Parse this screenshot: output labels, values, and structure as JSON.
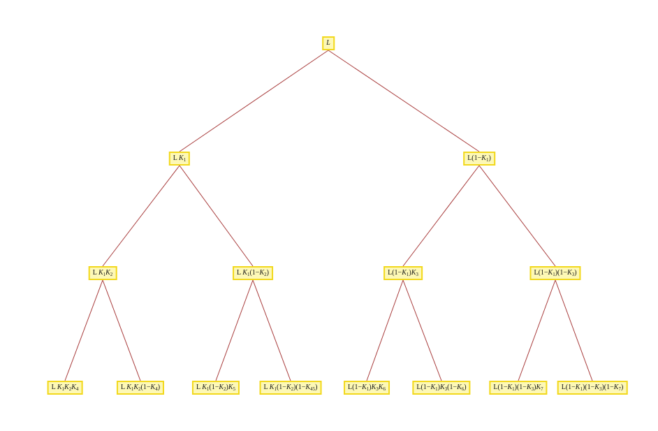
{
  "diagram": {
    "edge_color": "#a83c3c",
    "node_fill": "#fdf8b6",
    "node_border": "#f2d81c",
    "nodes": [
      {
        "id": "n0",
        "html": "<i>L</i>"
      },
      {
        "id": "n1",
        "html": "L <i>K</i><sub>1</sub>"
      },
      {
        "id": "n2",
        "html": "L(1&minus;<i>K</i><sub>1</sub>)"
      },
      {
        "id": "n3",
        "html": "L <i>K</i><sub>1</sub><i>K</i><sub>2</sub>"
      },
      {
        "id": "n4",
        "html": "L <i>K</i><sub>1</sub>(1&minus;<i>K</i><sub>2</sub>)"
      },
      {
        "id": "n5",
        "html": "L(1&minus;<i>K</i><sub>1</sub>)<i>K</i><sub>3</sub>"
      },
      {
        "id": "n6",
        "html": "L(1&minus;<i>K</i><sub>1</sub>)(1&minus;<i>K</i><sub>3</sub>)"
      },
      {
        "id": "n7",
        "html": "L <i>K</i><sub>1</sub><i>K</i><sub>2</sub><i>K</i><sub>4</sub>"
      },
      {
        "id": "n8",
        "html": "L <i>K</i><sub>1</sub><i>K</i><sub>2</sub>(1&minus;<i>K</i><sub>4</sub>)"
      },
      {
        "id": "n9",
        "html": "L <i>K</i><sub>1</sub>(1&minus;<i>K</i><sub>2</sub>)<i>K</i><sub>5</sub>"
      },
      {
        "id": "n10",
        "html": "L <i>K</i><sub>1</sub>(1&minus;<i>K</i><sub>2</sub>)(1&minus;<i>K</i><sub>45</sub>)"
      },
      {
        "id": "n11",
        "html": "L(1&minus;<i>K</i><sub>1</sub>)<i>K</i><sub>3</sub><i>K</i><sub>6</sub>"
      },
      {
        "id": "n12",
        "html": "L(1&minus;<i>K</i><sub>1</sub>)<i>K</i><sub>3</sub>(1&minus;<i>K</i><sub>6</sub>)"
      },
      {
        "id": "n13",
        "html": "L(1&minus;<i>K</i><sub>1</sub>)(1&minus;<i>K</i><sub>3</sub>)<i>K</i><sub>7</sub>"
      },
      {
        "id": "n14",
        "html": "L(1&minus;<i>K</i><sub>1</sub>)(1&minus;<i>K</i><sub>3</sub>)(1&minus;<i>K</i><sub>7</sub>)"
      }
    ],
    "edges": [
      [
        "n0",
        "n1"
      ],
      [
        "n0",
        "n2"
      ],
      [
        "n1",
        "n3"
      ],
      [
        "n1",
        "n4"
      ],
      [
        "n2",
        "n5"
      ],
      [
        "n2",
        "n6"
      ],
      [
        "n3",
        "n7"
      ],
      [
        "n3",
        "n8"
      ],
      [
        "n4",
        "n9"
      ],
      [
        "n4",
        "n10"
      ],
      [
        "n5",
        "n11"
      ],
      [
        "n5",
        "n12"
      ],
      [
        "n6",
        "n13"
      ],
      [
        "n6",
        "n14"
      ]
    ]
  }
}
